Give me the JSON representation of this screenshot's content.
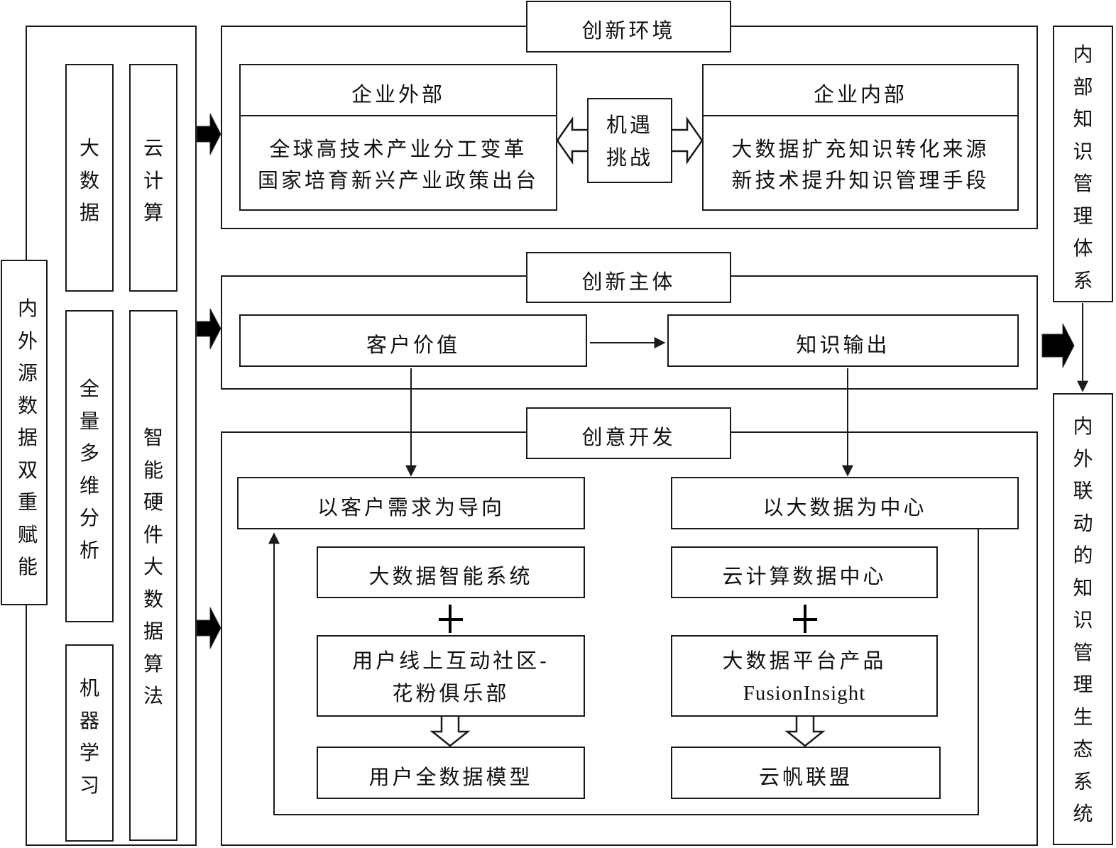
{
  "left_panel": {
    "outer_title": "内外源数据双重赋能",
    "columns": [
      {
        "label": "大数据"
      },
      {
        "label": "云计算"
      },
      {
        "label": "全量多维分析"
      },
      {
        "label": "智能硬件大数据算法"
      },
      {
        "label": "机器学习"
      }
    ]
  },
  "innovation_environment": {
    "title": "创新环境",
    "external": {
      "header": "企业外部",
      "lines": [
        "全球高技术产业分工变革",
        "国家培育新兴产业政策出台"
      ]
    },
    "center": {
      "lines": [
        "机遇",
        "挑战"
      ]
    },
    "internal": {
      "header": "企业内部",
      "lines": [
        "大数据扩充知识转化来源",
        "新技术提升知识管理手段"
      ]
    }
  },
  "innovation_subject": {
    "title": "创新主体",
    "left_box": "客户价值",
    "right_box": "知识输出"
  },
  "creative_development": {
    "title": "创意开发",
    "left": {
      "header": "以客户需求为导向",
      "box1": "大数据智能系统",
      "plus": "+",
      "box2_lines": [
        "用户线上互动社区-",
        "花粉俱乐部"
      ],
      "box3": "用户全数据模型"
    },
    "right": {
      "header": "以大数据为中心",
      "box1": "云计算数据中心",
      "plus": "+",
      "box2_lines": [
        "大数据平台产品",
        "FusionInsight"
      ],
      "box3": "云帆联盟"
    }
  },
  "right_panel": {
    "top": "内部知识管理体系",
    "bottom": "内外联动的知识管理生态系统"
  },
  "colors": {
    "line": "#1a1a1a",
    "background": "#ffffff"
  }
}
